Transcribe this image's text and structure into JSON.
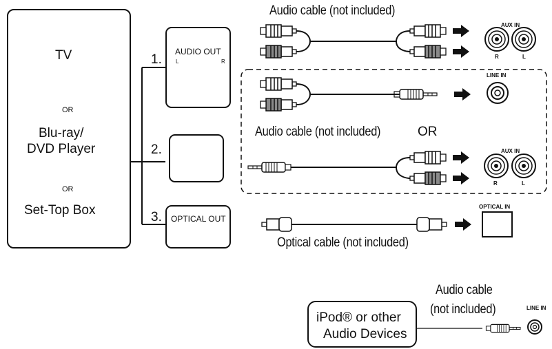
{
  "source": {
    "tv": "TV",
    "or1": "OR",
    "bluray": "Blu-ray/",
    "dvd": "DVD Player",
    "or2": "OR",
    "settop": "Set-Top Box"
  },
  "options": {
    "num1": "1.",
    "num2": "2.",
    "num3": "3.",
    "audio_out": "AUDIO OUT",
    "l_mark": "L",
    "r_mark": "R",
    "optical_out": "OPTICAL OUT"
  },
  "cables": {
    "audio_cable_top": "Audio cable (not included)",
    "audio_cable_mid": "Audio cable (not included)",
    "or_mid": "OR",
    "optical_cable": "Optical cable (not included)",
    "ipod_cable_line1": "Audio cable",
    "ipod_cable_line2": "(not included)"
  },
  "inputs": {
    "aux_in_1": "AUX IN",
    "aux_r_1": "R",
    "aux_l_1": "L",
    "line_in_1": "LINE IN",
    "aux_in_2": "AUX IN",
    "aux_r_2": "R",
    "aux_l_2": "L",
    "optical_in": "OPTICAL IN",
    "line_in_2": "LINE IN"
  },
  "ipod": {
    "line1": "iPod® or other",
    "line2": "Audio Devices"
  }
}
